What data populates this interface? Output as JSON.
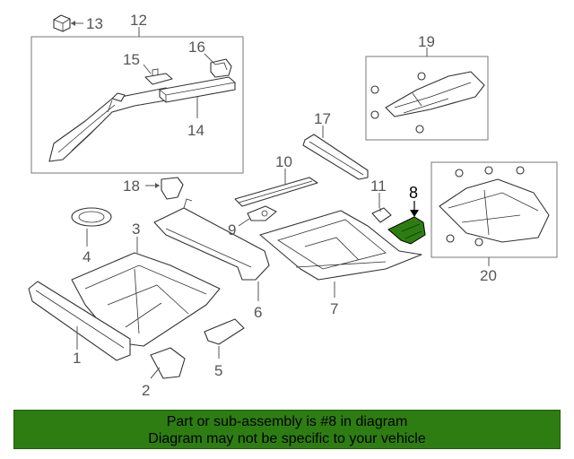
{
  "callouts": {
    "p1": "1",
    "p2": "2",
    "p3": "3",
    "p4": "4",
    "p5": "5",
    "p6": "6",
    "p7": "7",
    "p8": "8",
    "p9": "9",
    "p10": "10",
    "p11": "11",
    "p12": "12",
    "p13": "13",
    "p14": "14",
    "p15": "15",
    "p16": "16",
    "p17": "17",
    "p18": "18",
    "p19": "19",
    "p20": "20"
  },
  "highlight": {
    "part": "8",
    "color": "#2e7d12"
  },
  "banner": {
    "line1": "Part or sub-assembly is #8 in diagram",
    "line2": "Diagram may not be specific to your vehicle",
    "background": "#2e7d12"
  }
}
